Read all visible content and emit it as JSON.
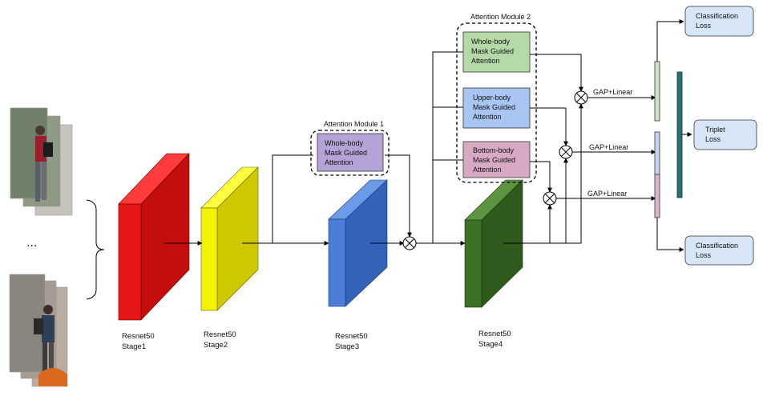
{
  "ellipsis": "...",
  "attention_module_1": {
    "title": "Attention Module 1",
    "whole_body": [
      "Whole-body",
      "Mask Guided",
      "Attention"
    ]
  },
  "attention_module_2": {
    "title": "Attention Module 2",
    "whole_body": [
      "Whole-body",
      "Mask Guided",
      "Attention"
    ],
    "upper_body": [
      "Upper-body",
      "Mask Guided",
      "Attention"
    ],
    "bottom_body": [
      "Bottom-body",
      "Mask Guided",
      "Attention"
    ]
  },
  "stages": [
    {
      "name": "Resnet50",
      "stage": "Stage1",
      "color": "#e01010"
    },
    {
      "name": "Resnet50",
      "stage": "Stage2",
      "color": "#e3e000"
    },
    {
      "name": "Resnet50",
      "stage": "Stage3",
      "color": "#3a6fcf"
    },
    {
      "name": "Resnet50",
      "stage": "Stage4",
      "color": "#3a6a22"
    }
  ],
  "gap_linear": [
    "GAP+Linear",
    "GAP+Linear",
    "GAP+Linear"
  ],
  "losses": {
    "classification_top": [
      "Classification",
      "Loss"
    ],
    "triplet": [
      "Triplet",
      "Loss"
    ],
    "classification_bottom": [
      "Classification",
      "Loss"
    ]
  },
  "colors": {
    "whole_body_m1": "#b3a3d6",
    "whole_body_m2": "#b6d9a8",
    "upper_body": "#a9c5f2",
    "bottom_body": "#d8a9c5",
    "loss_box": "#d6e6f5",
    "feat_green": "#cfe3c3",
    "feat_blue": "#c4d6f2",
    "feat_pink": "#dcb4cc",
    "feat_teal": "#2b6f76"
  }
}
